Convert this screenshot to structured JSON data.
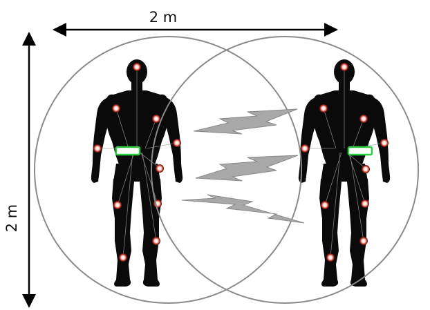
{
  "dimensions": {
    "horizontal_label": "2 m",
    "vertical_label": "2 m"
  },
  "colors": {
    "body": "#0a0a0a",
    "sensor": "#c0392b",
    "hub": "#2ecc40",
    "range_circle": "#8a8a8a",
    "signal": "#9a9a9a",
    "arrow": "#000000"
  },
  "figures": [
    {
      "name": "person-left",
      "hub": "belt-hub"
    },
    {
      "name": "person-right",
      "hub": "belt-hub"
    }
  ],
  "signals": [
    {
      "name": "signal-bolt-top",
      "direction": "right-to-left"
    },
    {
      "name": "signal-bolt-middle",
      "direction": "right-to-left"
    },
    {
      "name": "signal-bolt-bottom",
      "direction": "left-to-right"
    }
  ]
}
